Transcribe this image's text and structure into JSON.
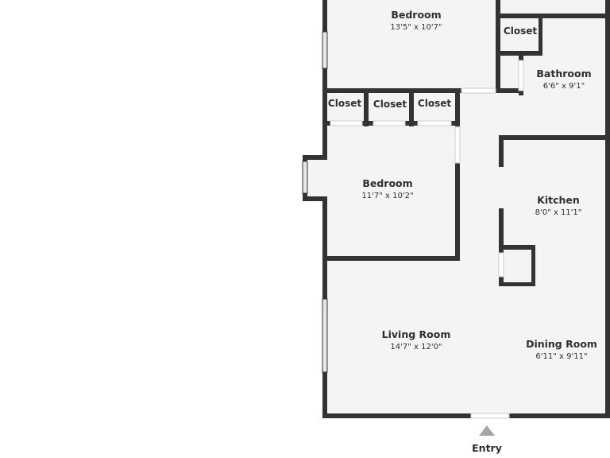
{
  "rooms": {
    "bedroom_top": {
      "name": "Bedroom",
      "dims": "13'5\" x 10'7\""
    },
    "bedroom_mid": {
      "name": "Bedroom",
      "dims": "11'7\" x 10'2\""
    },
    "bathroom": {
      "name": "Bathroom",
      "dims": "6'6\" x 9'1\""
    },
    "kitchen": {
      "name": "Kitchen",
      "dims": "8'0\" x 11'1\""
    },
    "living_room": {
      "name": "Living Room",
      "dims": "14'7\" x 12'0\""
    },
    "dining_room": {
      "name": "Dining Room",
      "dims": "6'11\" x 9'11\""
    }
  },
  "closets": {
    "bath_closet": "Closet",
    "closet_1": "Closet",
    "closet_2": "Closet",
    "closet_3": "Closet"
  },
  "entry": {
    "label": "Entry"
  },
  "colors": {
    "wall": "#333333",
    "floor": "#f4f4f4",
    "window": "#e6e6e6",
    "arrow": "#a6a6a6"
  }
}
